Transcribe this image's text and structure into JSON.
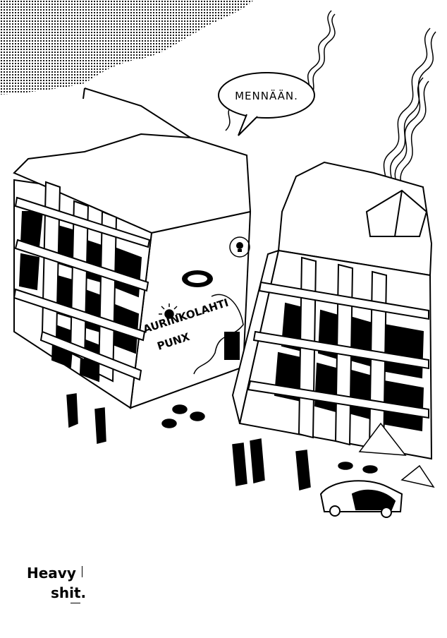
{
  "speech_bubble": {
    "text": "MENNÄÄN."
  },
  "graffiti": {
    "main": "AURINKOLAHTI PUNX",
    "word_1": "AURINKOLAHTI",
    "word_2": "PUNX"
  },
  "caption": {
    "line_1": "Heavy",
    "line_2": "shit."
  },
  "icons": [
    "skull-icon",
    "sun-icon",
    "smoke-icon"
  ],
  "colors": {
    "ink": "#000000",
    "paper": "#ffffff",
    "halftone": "#000000"
  }
}
